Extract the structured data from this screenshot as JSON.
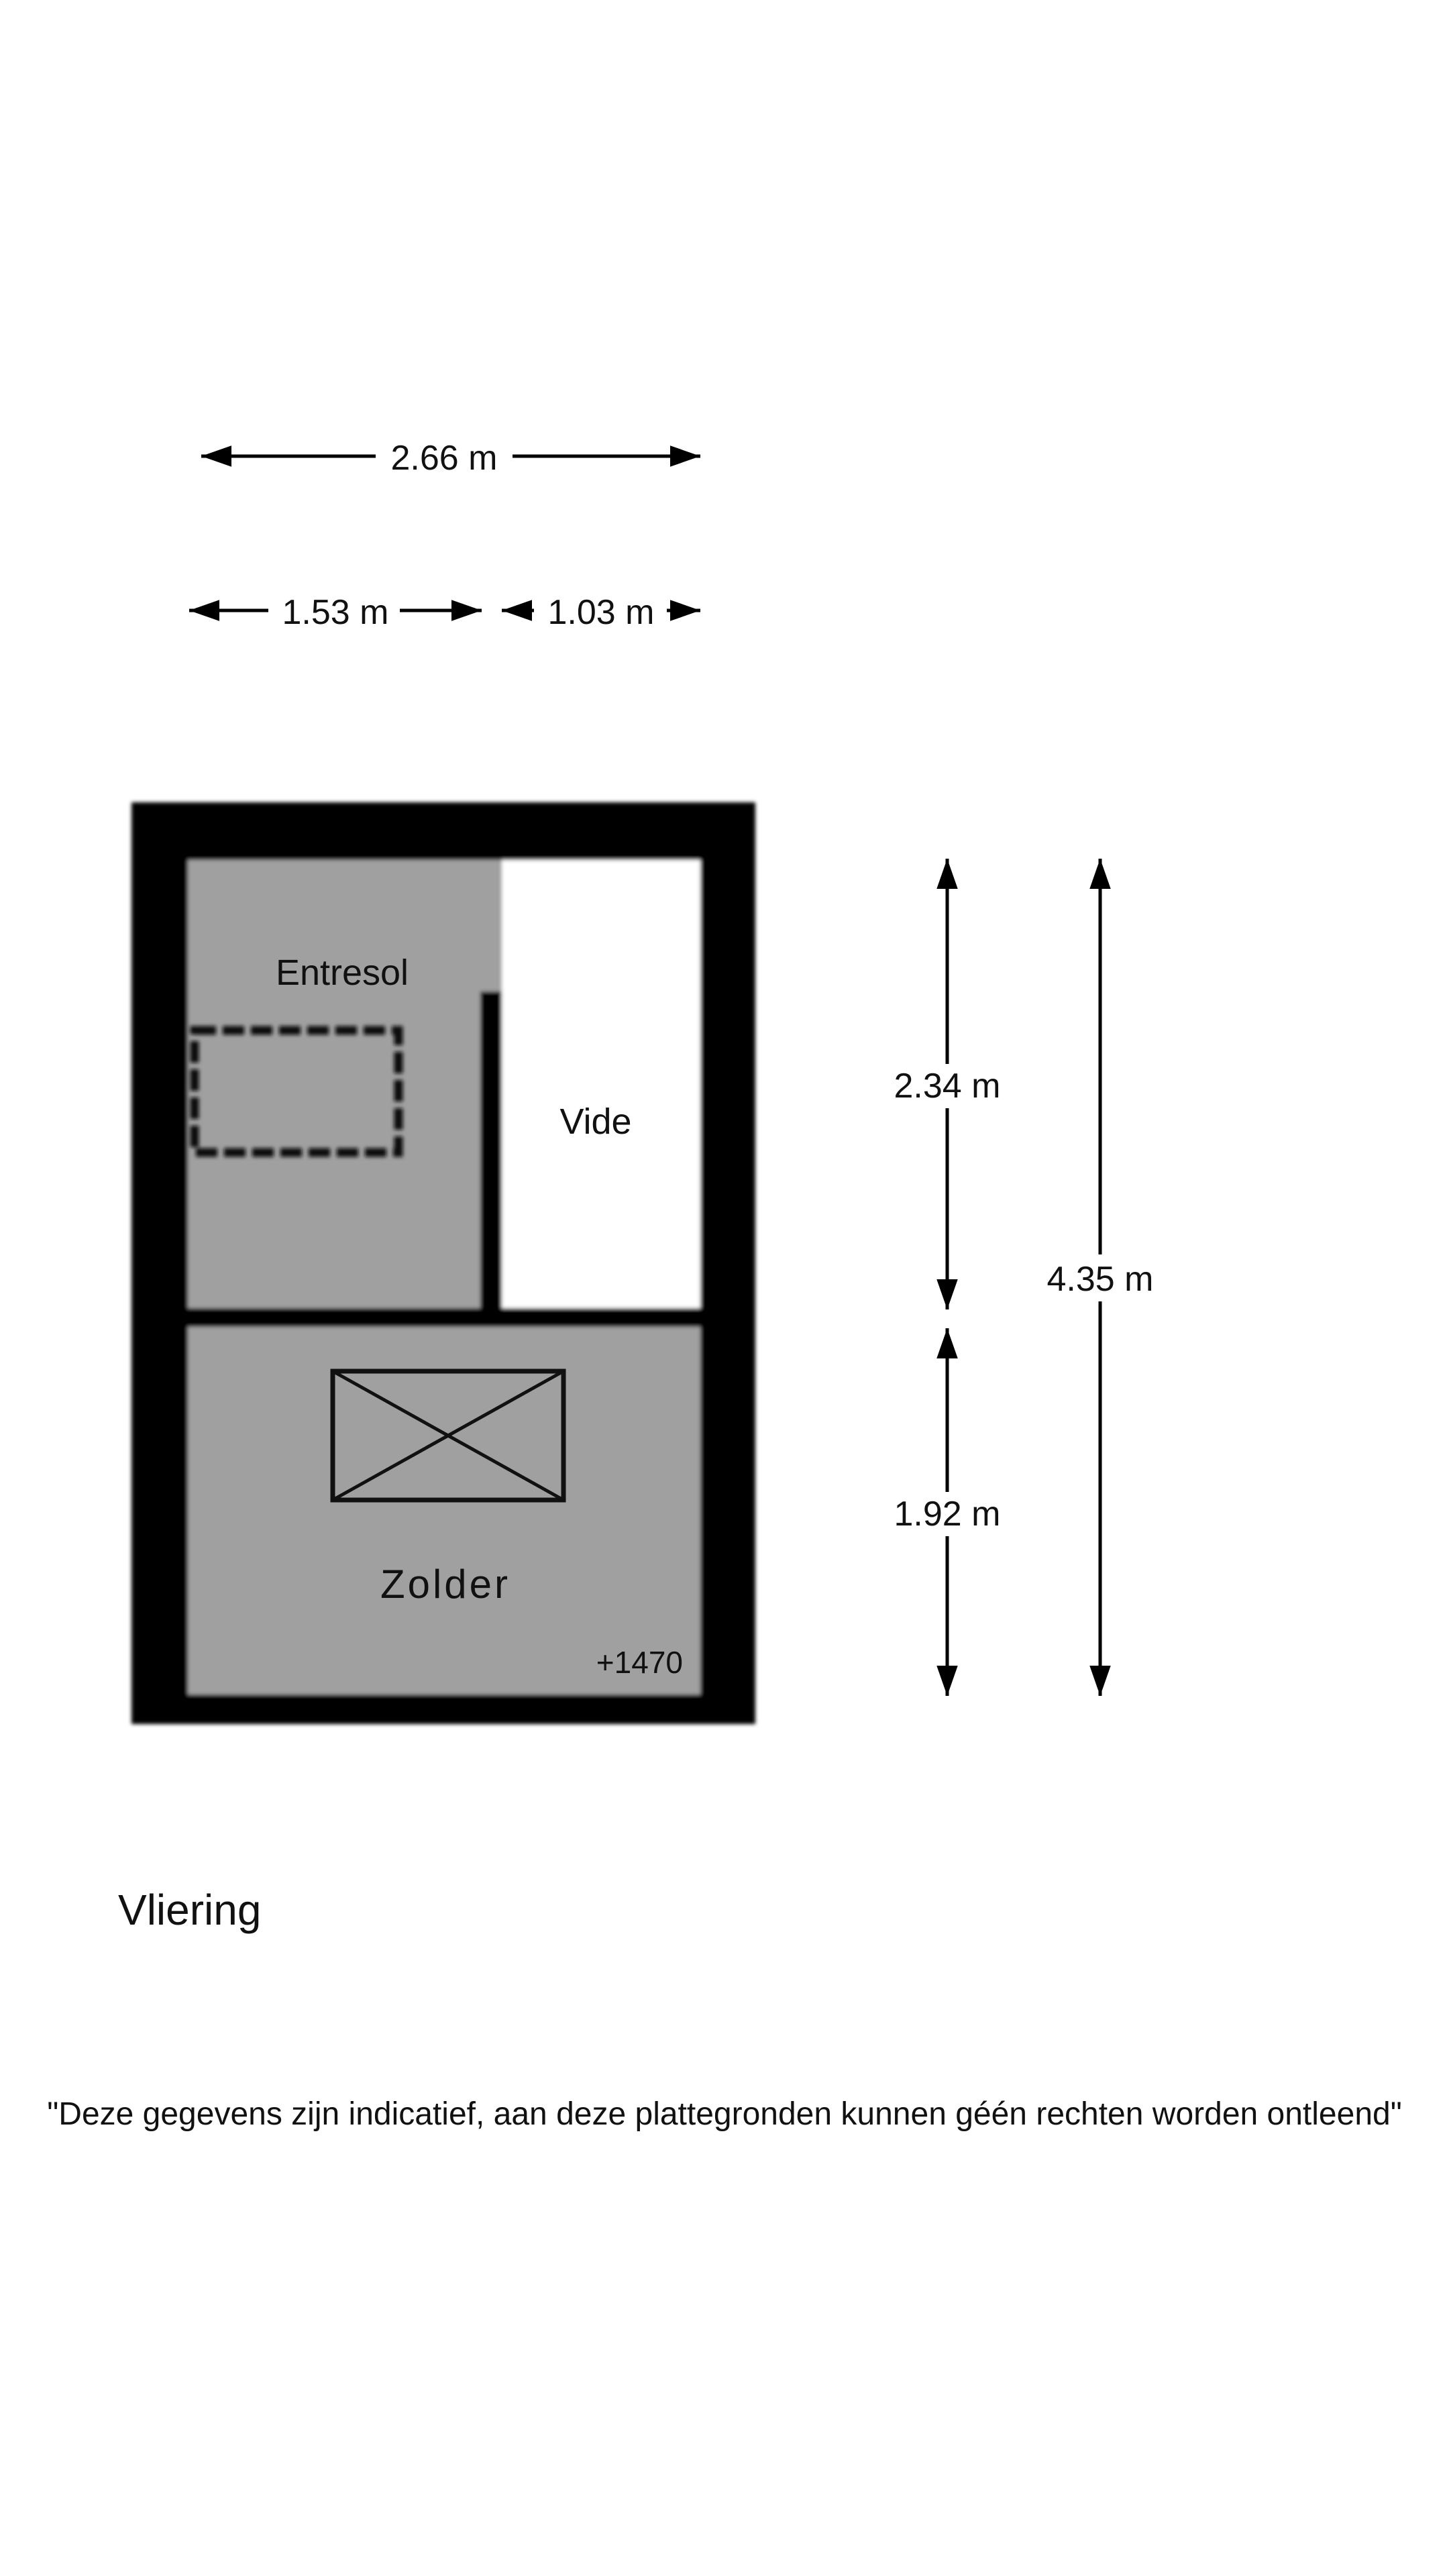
{
  "dimensions": {
    "total_width": "2.66 m",
    "left_width": "1.53 m",
    "right_width": "1.03 m",
    "upper_depth": "2.34 m",
    "lower_depth": "1.92 m",
    "total_depth": "4.35 m"
  },
  "rooms": {
    "entresol": "Entresol",
    "vide": "Vide",
    "zolder": "Zolder",
    "level": "+1470"
  },
  "floor_name": "Vliering",
  "disclaimer": "\"Deze gegevens zijn indicatief, aan deze plattegronden kunnen géén rechten worden ontleend\"",
  "colors": {
    "wall": "#000000",
    "room_fill": "#a0a0a0",
    "vide_fill": "#ffffff"
  }
}
